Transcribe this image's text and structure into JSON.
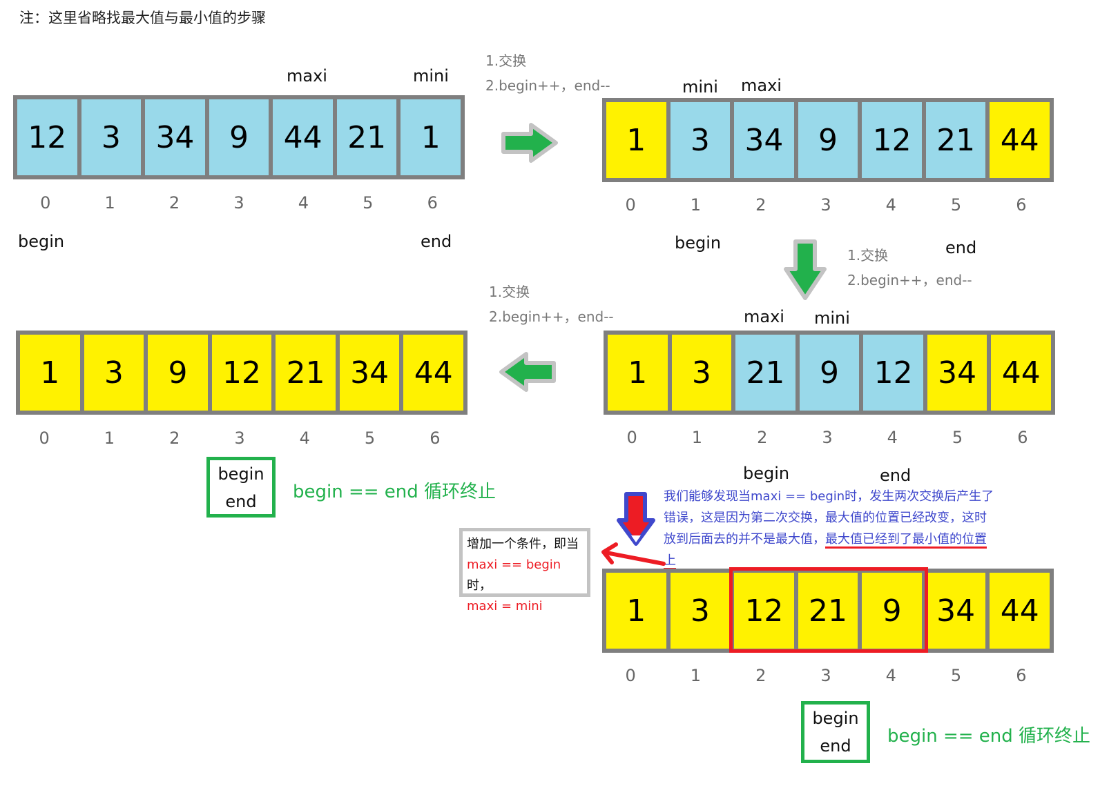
{
  "note": "注：这里省略找最大值与最小值的步骤",
  "steps_label": {
    "swap": "1.交换",
    "move": "2.begin++，end--"
  },
  "colors": {
    "unsorted": "#99d9ea",
    "sorted": "#fff200",
    "border": "#7f7f7f",
    "arrow_green": "#22b14c",
    "highlight_red": "#ed1c24",
    "note_blue": "#3f48cc"
  },
  "indices": [
    "0",
    "1",
    "2",
    "3",
    "4",
    "5",
    "6"
  ],
  "arrays": {
    "a1": {
      "values": [
        "12",
        "3",
        "34",
        "9",
        "44",
        "21",
        "1"
      ],
      "colors": [
        "b",
        "b",
        "b",
        "b",
        "b",
        "b",
        "b"
      ],
      "top_labels": {
        "maxi": "maxi",
        "mini": "mini"
      },
      "begin": "begin",
      "end": "end"
    },
    "a2": {
      "values": [
        "1",
        "3",
        "34",
        "9",
        "12",
        "21",
        "44"
      ],
      "colors": [
        "y",
        "b",
        "b",
        "b",
        "b",
        "b",
        "y"
      ],
      "top_labels": {
        "mini": "mini",
        "maxi": "maxi"
      },
      "begin": "begin",
      "end": "end"
    },
    "a3": {
      "values": [
        "1",
        "3",
        "21",
        "9",
        "12",
        "34",
        "44"
      ],
      "colors": [
        "y",
        "y",
        "b",
        "b",
        "b",
        "y",
        "y"
      ],
      "top_labels": {
        "maxi": "maxi",
        "mini": "mini"
      },
      "begin": "begin",
      "end": "end"
    },
    "a4": {
      "values": [
        "1",
        "3",
        "9",
        "12",
        "21",
        "34",
        "44"
      ],
      "colors": [
        "y",
        "y",
        "y",
        "y",
        "y",
        "y",
        "y"
      ],
      "box": {
        "begin": "begin",
        "end": "end"
      },
      "result": "begin == end 循环终止"
    },
    "a5": {
      "values": [
        "1",
        "3",
        "12",
        "21",
        "9",
        "34",
        "44"
      ],
      "colors": [
        "y",
        "y",
        "y",
        "y",
        "y",
        "y",
        "y"
      ],
      "box": {
        "begin": "begin",
        "end": "end"
      },
      "result": "begin == end 循环终止"
    }
  },
  "blue_note": {
    "line1": "我们能够发现当maxi == begin时，发生两次交换后产生了",
    "line2": "错误，这是因为第二次交换，最大值的位置已经改变，这时",
    "line3a": "放到后面去的并不是最大值，",
    "line3b": "最大值已经到了最小值的位置",
    "line4": "上"
  },
  "condition_box": {
    "line1": "增加一个条件，即当",
    "line2a": "maxi == begin",
    "line2b": "时，",
    "line3": "maxi = mini"
  }
}
